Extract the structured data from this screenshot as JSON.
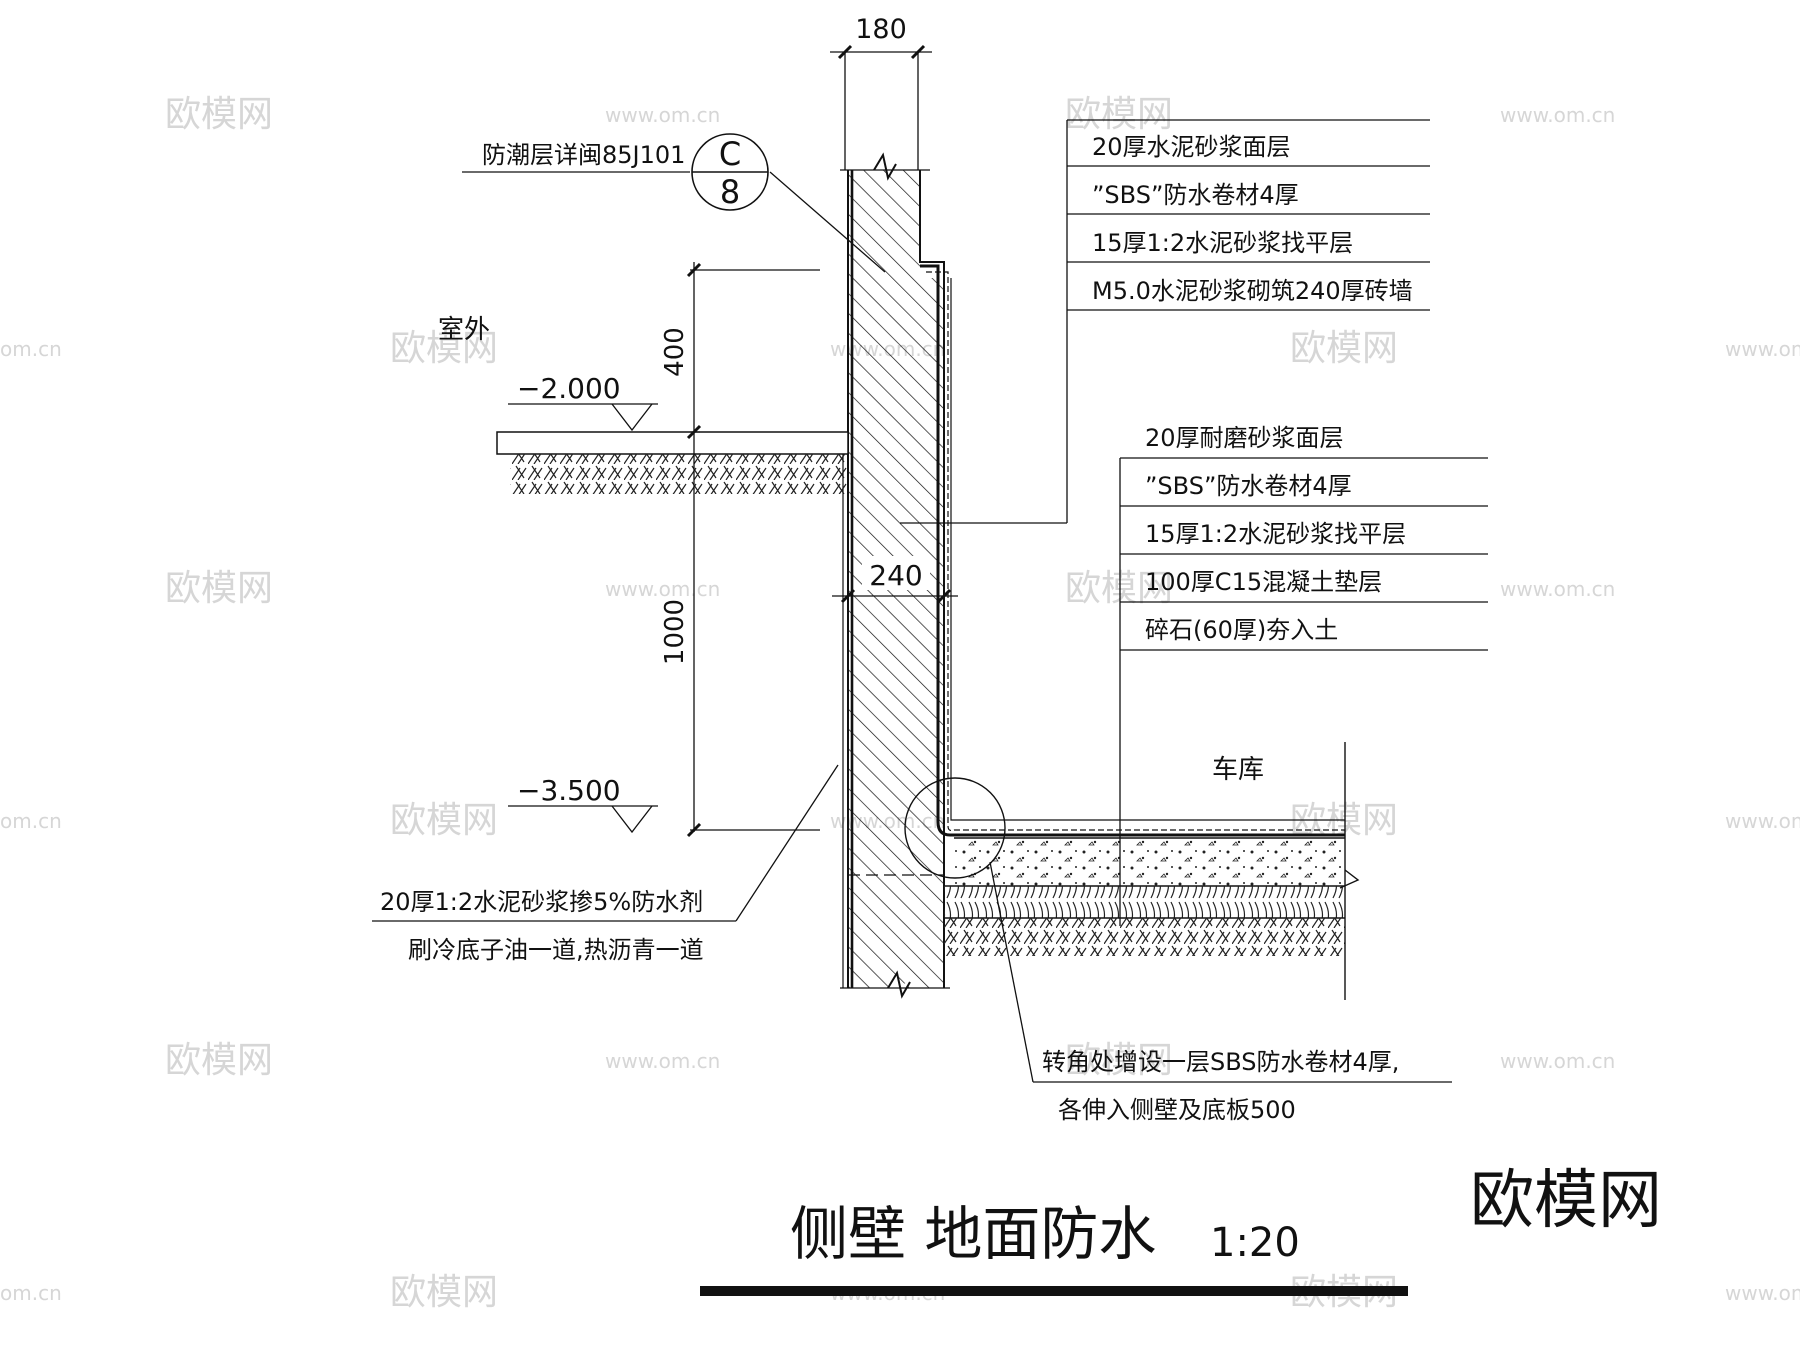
{
  "top_dimension": "180",
  "detail_reference": {
    "text": "防潮层详闽85J101",
    "circle_top": "C",
    "circle_bottom": "8"
  },
  "outdoor_label": "室外",
  "garage_label": "车库",
  "elevations": {
    "ground": "−2.000",
    "floor": "−3.500"
  },
  "dimensions": {
    "upper_height": "400",
    "lower_height": "1000",
    "wall_thickness": "240"
  },
  "wall_layers": [
    "20厚水泥砂浆面层",
    "”SBS”防水卷材4厚",
    "15厚1:2水泥砂浆找平层",
    "M5.0水泥砂浆砌筑240厚砖墙"
  ],
  "floor_layers": [
    "20厚耐磨砂浆面层",
    "”SBS”防水卷材4厚",
    "15厚1:2水泥砂浆找平层",
    "100厚C15混凝土垫层",
    "碎石(60厚)夯入土"
  ],
  "outer_coating": {
    "line1": "20厚1:2水泥砂浆掺5%防水剂",
    "line2": "刷冷底子油一道,热沥青一道"
  },
  "corner_note": {
    "line1": "转角处增设一层SBS防水卷材4厚,",
    "line2": "各伸入侧壁及底板500"
  },
  "title": {
    "main": "侧壁 地面防水",
    "scale": "1:20"
  },
  "watermark": {
    "brand": "欧模网",
    "url": "www.om.cn",
    "domain_fragment": "om.cn"
  }
}
